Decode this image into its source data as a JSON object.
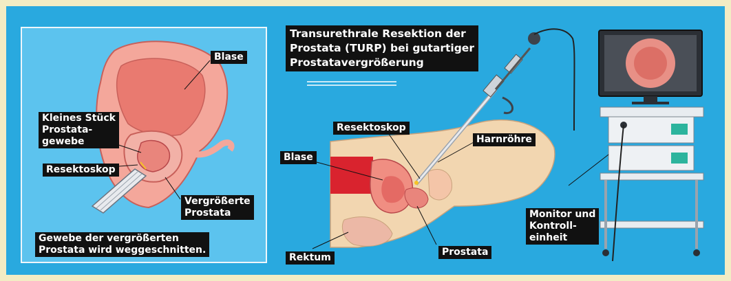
{
  "title": "Transurethrale Resektion der\nProstata (TURP) bei gutartiger\nProstatavergrößerung",
  "left_panel": {
    "blase": "Blase",
    "kleines_stueck": "Kleines Stück\nProstata-\ngewebe",
    "resektoskop": "Resektoskop",
    "vergroesserte": "Vergrößerte\nProstata",
    "caption": "Gewebe der vergrößerten\nProstata wird weggeschnitten."
  },
  "right_panel": {
    "resektoskop": "Resektoskop",
    "harnroehre": "Harnröhre",
    "blase": "Blase",
    "rektum": "Rektum",
    "prostata": "Prostata",
    "monitor": "Monitor und\nKontroll-\neinheit"
  },
  "colors": {
    "background": "#f3ecc4",
    "panel": "#29a9df",
    "inset": "#5cc3ee",
    "skin": "#f2d6b0",
    "bladder": "#f08e82",
    "tissue_red": "#d9232e",
    "label_bg": "#111111"
  }
}
